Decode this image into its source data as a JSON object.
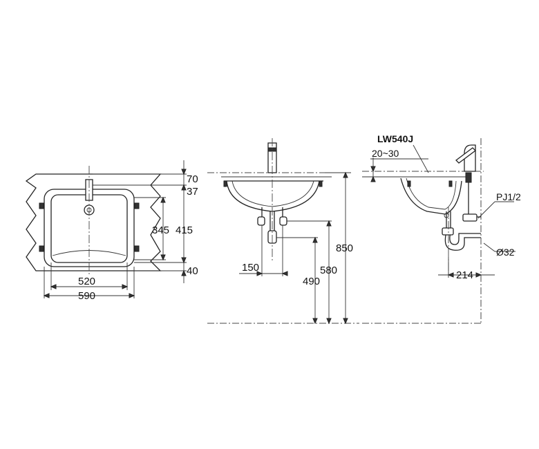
{
  "views": {
    "top": {
      "dims": {
        "d70": "70",
        "d37": "37",
        "d345": "345",
        "d415": "415",
        "d40": "40",
        "d520": "520",
        "d590": "590"
      }
    },
    "front": {
      "dims": {
        "d150": "150",
        "d490": "490",
        "d580": "580",
        "d850": "850"
      }
    },
    "side": {
      "model": "LW540J",
      "dims": {
        "d2030": "20~30",
        "pj": "PJ1/2",
        "phi32": "Ø32",
        "d214": "214"
      }
    }
  }
}
